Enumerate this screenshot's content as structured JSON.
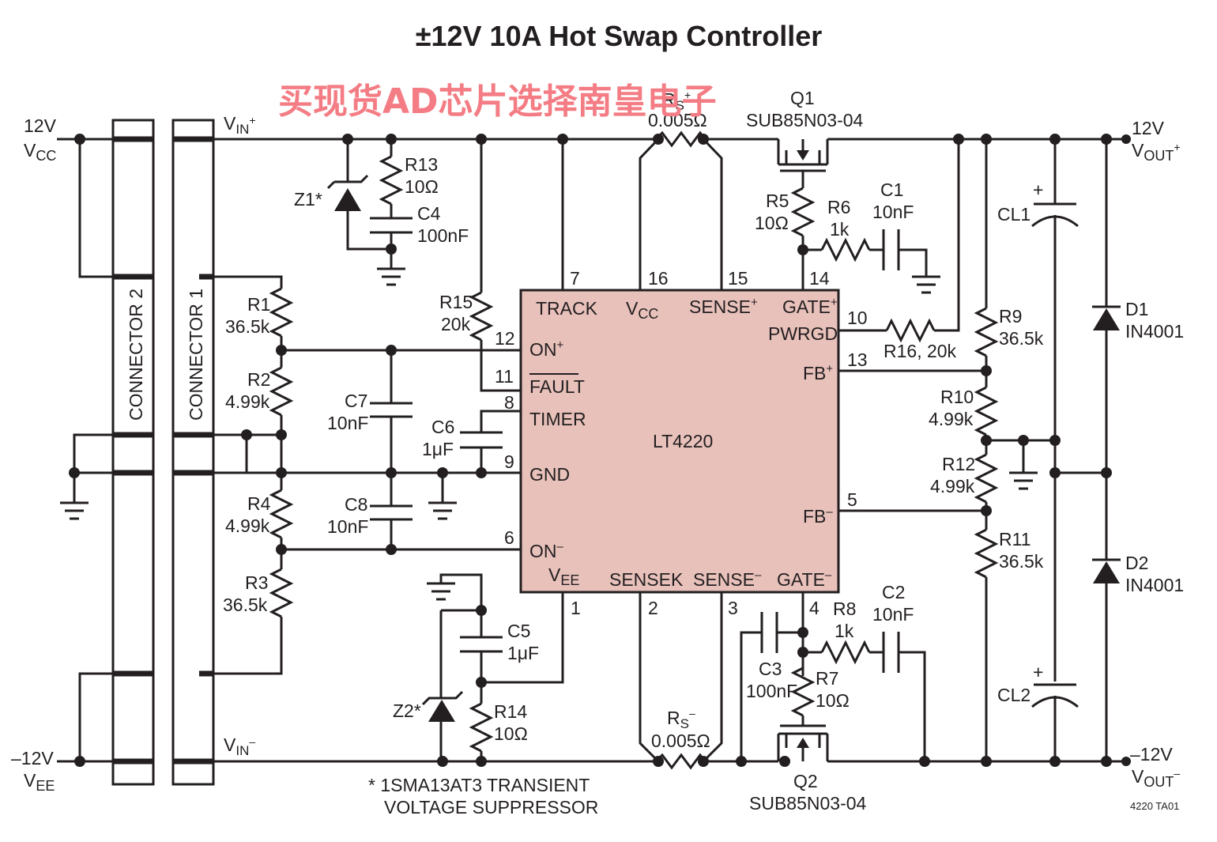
{
  "title": "±12V 10A Hot Swap Controller",
  "watermark": "买现货AD芯片选择南皇电子",
  "ic": {
    "name": "LT4220",
    "pins": {
      "track": "TRACK",
      "vcc": "V",
      "vcc_sub": "CC",
      "sense_p": "SENSE",
      "gate_p": "GATE",
      "pwrgd": "PWRGD",
      "on_p": "ON",
      "fault": "FAULT",
      "timer": "TIMER",
      "gnd": "GND",
      "fb_p": "FB",
      "fb_n": "FB",
      "on_n": "ON",
      "vee": "V",
      "vee_sub": "EE",
      "sensek": "SENSEK",
      "sense_n": "SENSE",
      "gate_n": "GATE"
    },
    "pin_numbers": {
      "p7": "7",
      "p16": "16",
      "p15": "15",
      "p14": "14",
      "p10": "10",
      "p12": "12",
      "p11": "11",
      "p8": "8",
      "p9": "9",
      "p13": "13",
      "p5": "5",
      "p6": "6",
      "p1": "1",
      "p2": "2",
      "p3": "3",
      "p4": "4"
    }
  },
  "supply": {
    "vcc_v": "12V",
    "vcc_l": "V",
    "vcc_sub": "CC",
    "vee_v": "–12V",
    "vee_l": "V",
    "vee_sub": "EE",
    "vout_p_v": "12V",
    "vout_p_l": "V",
    "vout_p_sub": "OUT",
    "vout_n_v": "–12V",
    "vout_n_l": "V",
    "vout_n_sub": "OUT",
    "vin_p": "V",
    "vin_p_sub": "IN",
    "vin_n": "V",
    "vin_n_sub": "IN"
  },
  "connectors": {
    "c1": "CONNECTOR 1",
    "c2": "CONNECTOR 2"
  },
  "components": {
    "r1": {
      "ref": "R1",
      "val": "36.5k"
    },
    "r2": {
      "ref": "R2",
      "val": "4.99k"
    },
    "r3": {
      "ref": "R3",
      "val": "36.5k"
    },
    "r4": {
      "ref": "R4",
      "val": "4.99k"
    },
    "r5": {
      "ref": "R5",
      "val": "10Ω"
    },
    "r6": {
      "ref": "R6",
      "val": "1k"
    },
    "r7": {
      "ref": "R7",
      "val": "10Ω"
    },
    "r8": {
      "ref": "R8",
      "val": "1k"
    },
    "r9": {
      "ref": "R9",
      "val": "36.5k"
    },
    "r10": {
      "ref": "R10",
      "val": "4.99k"
    },
    "r11": {
      "ref": "R11",
      "val": "36.5k"
    },
    "r12": {
      "ref": "R12",
      "val": "4.99k"
    },
    "r13": {
      "ref": "R13",
      "val": "10Ω"
    },
    "r14": {
      "ref": "R14",
      "val": "10Ω"
    },
    "r15": {
      "ref": "R15",
      "val": "20k"
    },
    "r16": {
      "label": "R16, 20k"
    },
    "c1": {
      "ref": "C1",
      "val": "10nF"
    },
    "c2": {
      "ref": "C2",
      "val": "10nF"
    },
    "c3": {
      "ref": "C3",
      "val": "100nF"
    },
    "c4": {
      "ref": "C4",
      "val": "100nF"
    },
    "c5": {
      "ref": "C5",
      "val": "1μF"
    },
    "c6": {
      "ref": "C6",
      "val": "1μF"
    },
    "c7": {
      "ref": "C7",
      "val": "10nF"
    },
    "c8": {
      "ref": "C8",
      "val": "10nF"
    },
    "cl1": {
      "ref": "CL1"
    },
    "cl2": {
      "ref": "CL2"
    },
    "z1": {
      "ref": "Z1*"
    },
    "z2": {
      "ref": "Z2*"
    },
    "d1": {
      "ref": "D1",
      "val": "IN4001"
    },
    "d2": {
      "ref": "D2",
      "val": "IN4001"
    },
    "q1": {
      "ref": "Q1",
      "val": "SUB85N03-04"
    },
    "q2": {
      "ref": "Q2",
      "val": "SUB85N03-04"
    },
    "rsp": {
      "ref": "R",
      "sub": "S",
      "val": "0.005Ω"
    },
    "rsn": {
      "ref": "R",
      "sub": "S",
      "val": "0.005Ω"
    }
  },
  "footnote": {
    "line1": "* 1SMA13AT3 TRANSIENT",
    "line2": "VOLTAGE SUPPRESSOR"
  },
  "drawing_code": "4220 TA01",
  "colors": {
    "ink": "#231f20",
    "ic_fill": "#e8c1bb",
    "watermark": "#f47c84"
  }
}
